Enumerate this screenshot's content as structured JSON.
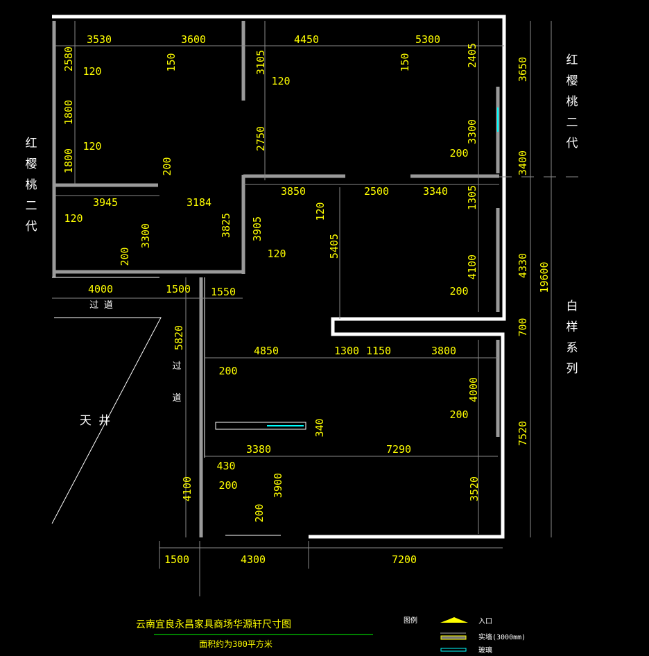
{
  "title": "云南宜良永昌家具商场华源轩尺寸图",
  "area": "面积约为300平方米",
  "legend": {
    "heading": "图例",
    "items": [
      {
        "label": "入口",
        "color": "#ffff00"
      },
      {
        "label": "实墙(3000mm)",
        "color": "#ffff00"
      },
      {
        "label": "玻璃",
        "color": "#00ffff"
      }
    ]
  },
  "labels": {
    "left_series": [
      "红",
      "樱",
      "桃",
      "二",
      "代"
    ],
    "right_series": [
      "红",
      "樱",
      "桃",
      "二",
      "代"
    ],
    "right_series2": [
      "白",
      "样",
      "系",
      "列"
    ],
    "corridor_top": "过 道",
    "corridor_side": [
      "过",
      "道"
    ],
    "courtyard": "天 井"
  },
  "dims": [
    "3530",
    "3600",
    "4450",
    "5300",
    "2580",
    "120",
    "150",
    "3105",
    "120",
    "150",
    "2405",
    "3650",
    "1800",
    "120",
    "1800",
    "200",
    "2750",
    "3300",
    "200",
    "3400",
    "3945",
    "3184",
    "3850",
    "2500",
    "3340",
    "1305",
    "120",
    "3300",
    "3825",
    "3905",
    "120",
    "5405",
    "120",
    "200",
    "4100",
    "4330",
    "19600",
    "4000",
    "1500",
    "1550",
    "200",
    "700",
    "5820",
    "4850",
    "1300",
    "1150",
    "3800",
    "200",
    "4000",
    "200",
    "340",
    "3380",
    "7290",
    "7520",
    "430",
    "4100",
    "200",
    "3900",
    "3520",
    "200",
    "1500",
    "4300",
    "7200"
  ]
}
